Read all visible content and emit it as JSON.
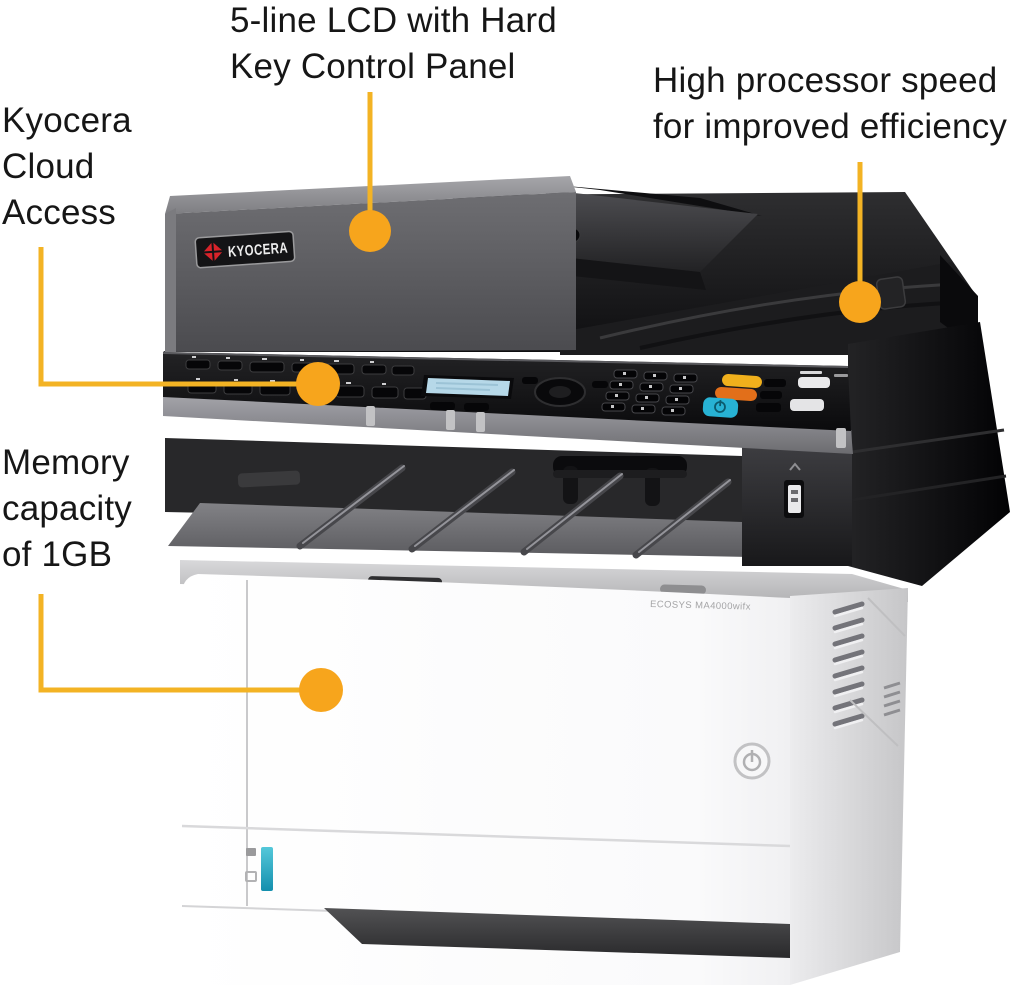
{
  "canvas": {
    "background": "#ffffff"
  },
  "callouts": {
    "accent": {
      "line_color": "#F3B324",
      "dot_color": "#F7A51C"
    },
    "lcd": {
      "line1": "5-line LCD with Hard",
      "line2": "Key Control Panel"
    },
    "processor": {
      "line1": "High processor speed",
      "line2": "for improved efficiency"
    },
    "cloud": {
      "line1": "Kyocera",
      "line2": "Cloud",
      "line3": "Access"
    },
    "memory": {
      "line1": "Memory",
      "line2": "capacity",
      "line3": "of 1GB"
    }
  },
  "printer": {
    "brand": "KYOCERA",
    "model_label": "ECOSYS MA4000wifx",
    "colors": {
      "body_white": "#fbfbfc",
      "body_side_gray": "#d8d8da",
      "scanner_dark": "#1a1a1c",
      "adf_gray": "#5f5f63",
      "lcd_blue": "#b6d8e8",
      "key_yellow": "#f0b01c",
      "key_orange": "#e26f1a",
      "key_cyan": "#27b2d4",
      "logo_red": "#d8232a",
      "paper_level_cyan": "#2fb6c9"
    }
  }
}
